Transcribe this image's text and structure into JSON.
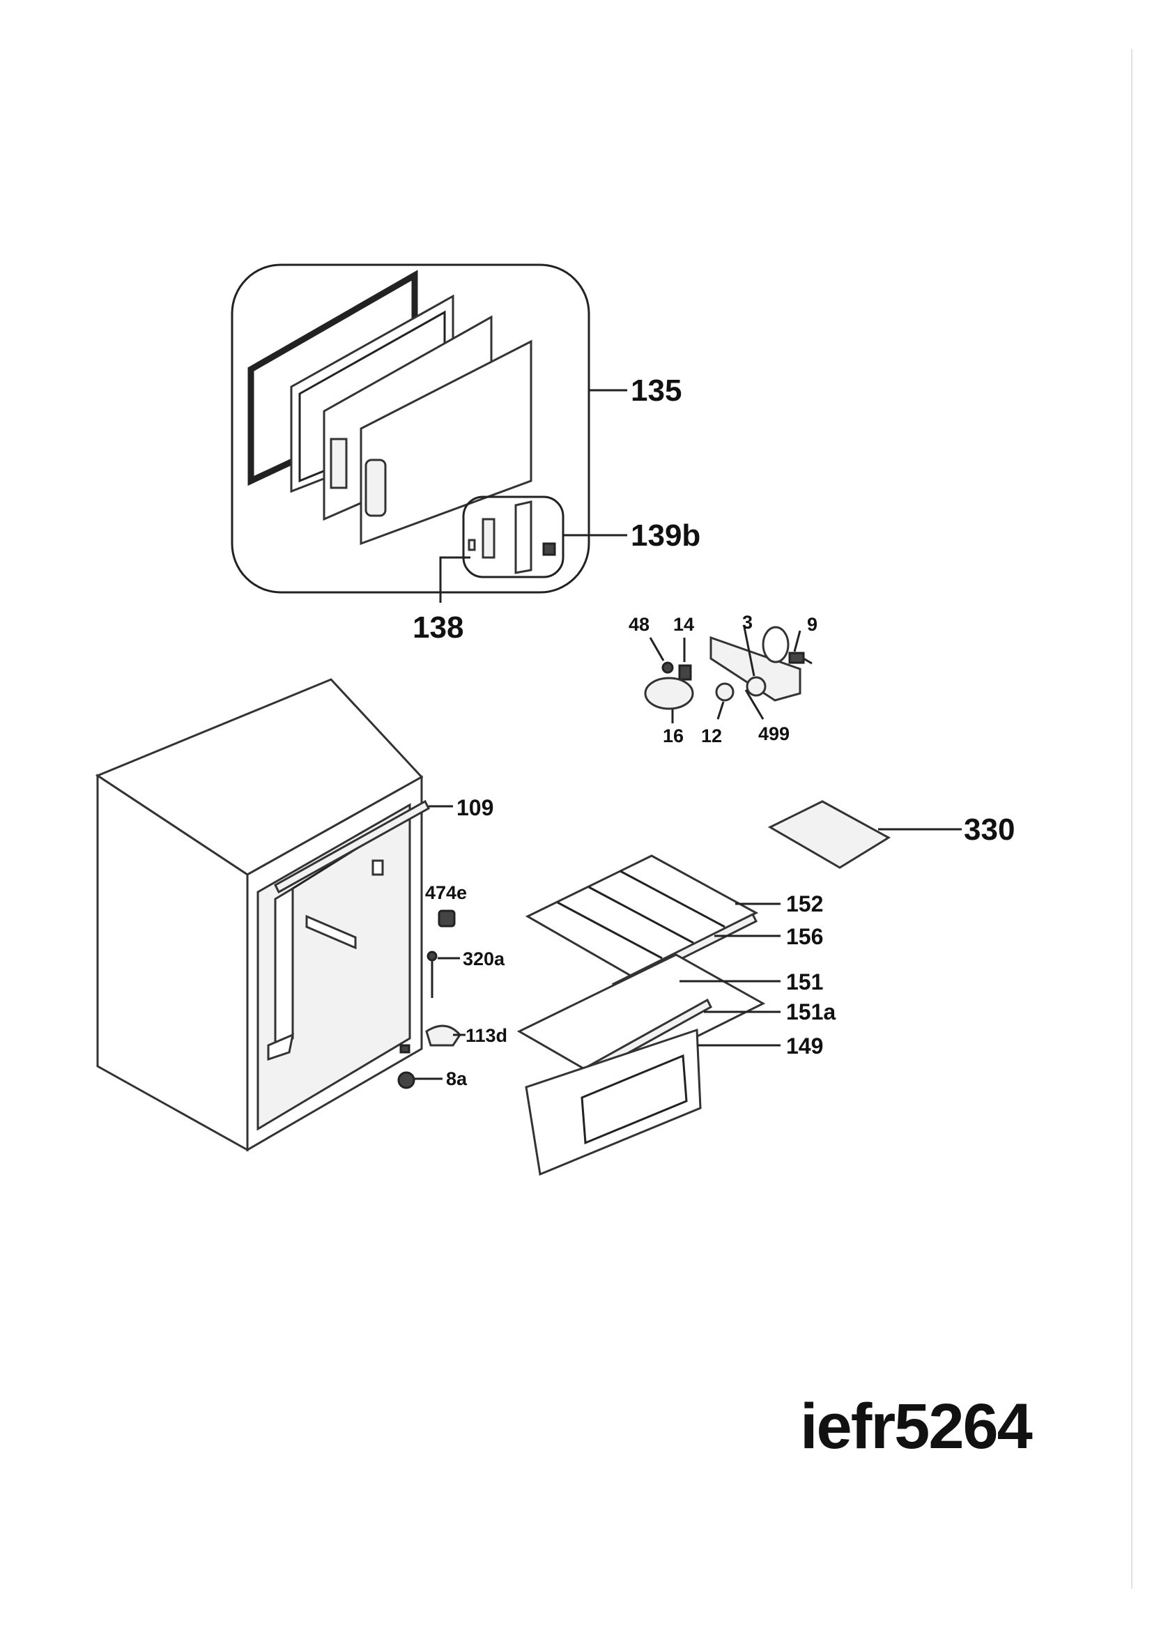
{
  "diagram": {
    "model": "iefr5264",
    "callouts": {
      "c135": "135",
      "c139b": "139b",
      "c138": "138",
      "c48": "48",
      "c14": "14",
      "c3": "3",
      "c9": "9",
      "c16": "16",
      "c12": "12",
      "c499": "499",
      "c109": "109",
      "c330": "330",
      "c474e": "474e",
      "c152": "152",
      "c156": "156",
      "c320a": "320a",
      "c151": "151",
      "c151a": "151a",
      "c113d": "113d",
      "c149": "149",
      "c8a": "8a"
    }
  }
}
